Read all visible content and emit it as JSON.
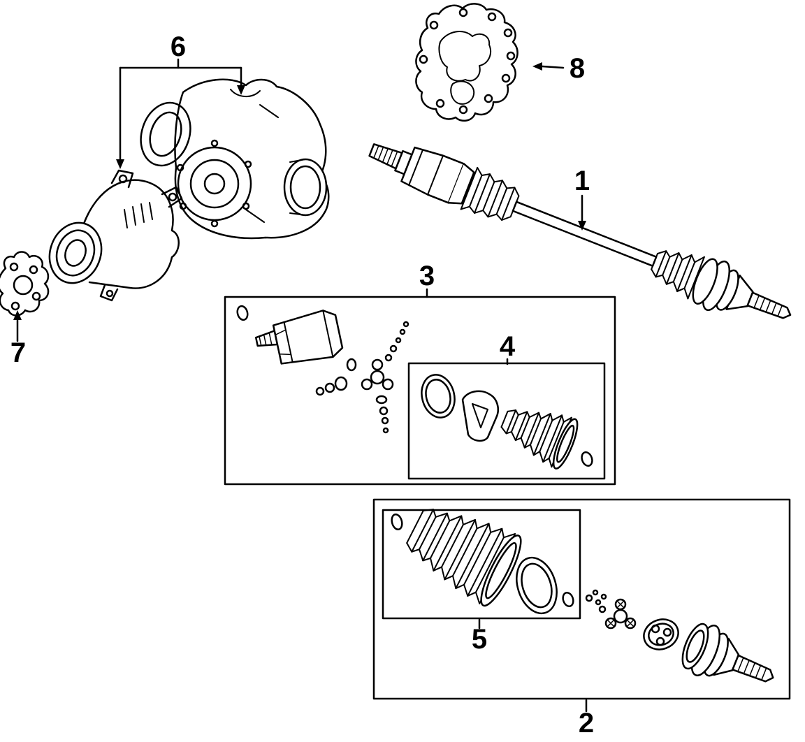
{
  "colors": {
    "line": "#000000",
    "background": "#ffffff"
  },
  "labels": {
    "n1": "1",
    "n2": "2",
    "n3": "3",
    "n4": "4",
    "n5": "5",
    "n6": "6",
    "n7": "7",
    "n8": "8"
  }
}
